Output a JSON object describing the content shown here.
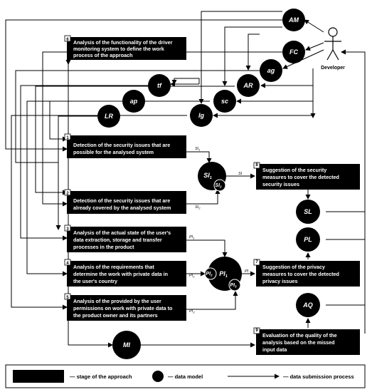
{
  "actor": {
    "label": "Developer"
  },
  "stages": [
    {
      "id": "s6",
      "num": "6",
      "lines": [
        "Analysis of the functionality of the driver",
        "monitoring system to define the work",
        "process of the approach"
      ]
    },
    {
      "id": "s1",
      "num": "1",
      "lines": [
        "Detection of the security issues that are",
        "possible for the analysed system"
      ]
    },
    {
      "id": "s2",
      "num": "2",
      "lines": [
        "Detection of the security issues that are",
        "already covered by the analysed system"
      ]
    },
    {
      "id": "s3",
      "num": "3",
      "lines": [
        "Analysis of the actual state of the user's",
        "data extraction, storage and transfer",
        "processes in the product"
      ]
    },
    {
      "id": "s4",
      "num": "4",
      "lines": [
        "Analysis of the requirements that",
        "determine the work with private data in",
        "the user's country"
      ]
    },
    {
      "id": "s5",
      "num": "5",
      "lines": [
        "Analysis of the provided by the user",
        "permissions on work with private data to",
        "the product owner and its partners"
      ]
    },
    {
      "id": "s8",
      "num": "8",
      "lines": [
        "Suggestion of the security",
        "measures to cover the detected",
        "security issues"
      ]
    },
    {
      "id": "s7",
      "num": "7",
      "lines": [
        "Suggestion of the privacy",
        "measures to cover the detected",
        "privacy issues"
      ]
    },
    {
      "id": "s9",
      "num": "9",
      "lines": [
        "Evaluation of the quality of the",
        "analysis based on the missed",
        "input data"
      ]
    }
  ],
  "models": {
    "AM": "AM",
    "FC": "FC",
    "ag": "ag",
    "AR": "AR",
    "sc": "sc",
    "lg": "lg",
    "tf": "tf",
    "ap": "ap",
    "LR": "LR",
    "SL": "SL",
    "PL": "PL",
    "AQ": "AQ",
    "MI": "MI",
    "SI1": "SI",
    "SI1_sub": "1",
    "SI2": "SI",
    "SI2_sub": "2",
    "PI1": "PI",
    "PI1_sub": "1",
    "PI2": "PI",
    "PI2_sub": "2",
    "PI3": "PI",
    "PI3_sub": "3"
  },
  "flow_labels": {
    "si1": "SI",
    "si1_sub": "1",
    "si2": "SI",
    "si2_sub": "2",
    "si": "SI",
    "pi1": "PI",
    "pi1_sub": "1",
    "pi2": "PI",
    "pi2_sub": "2",
    "pi3": "PI",
    "pi3_sub": "3",
    "pi": "PI"
  },
  "legend": {
    "stage": "— stage of the approach",
    "model": "— data model",
    "flow": "— data submission process"
  }
}
